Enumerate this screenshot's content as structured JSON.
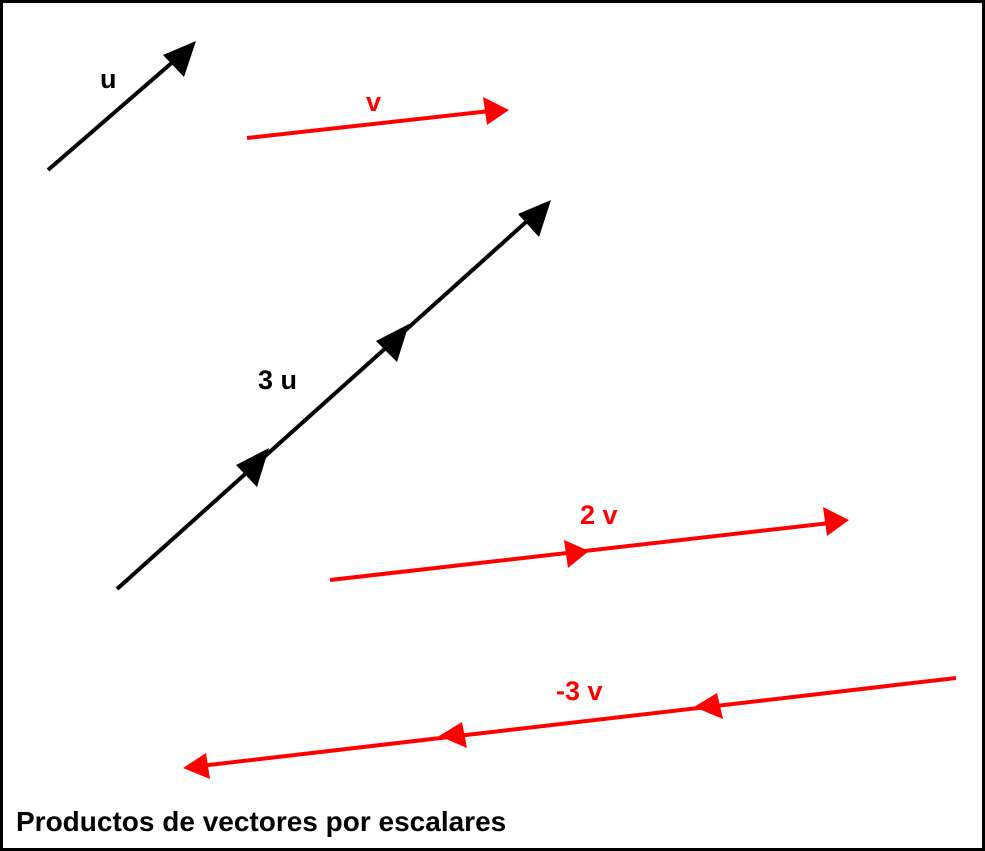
{
  "colors": {
    "u_vector": "#000000",
    "v_vector": "#ff0000",
    "border": "#000000",
    "background": "#ffffff"
  },
  "vectors": {
    "u": {
      "label": "u"
    },
    "v": {
      "label": "v"
    },
    "three_u": {
      "label": "3 u"
    },
    "two_v": {
      "label": "2 v"
    },
    "minus_three_v": {
      "label": "-3 v"
    }
  },
  "caption": "Productos de vectores por escalares"
}
